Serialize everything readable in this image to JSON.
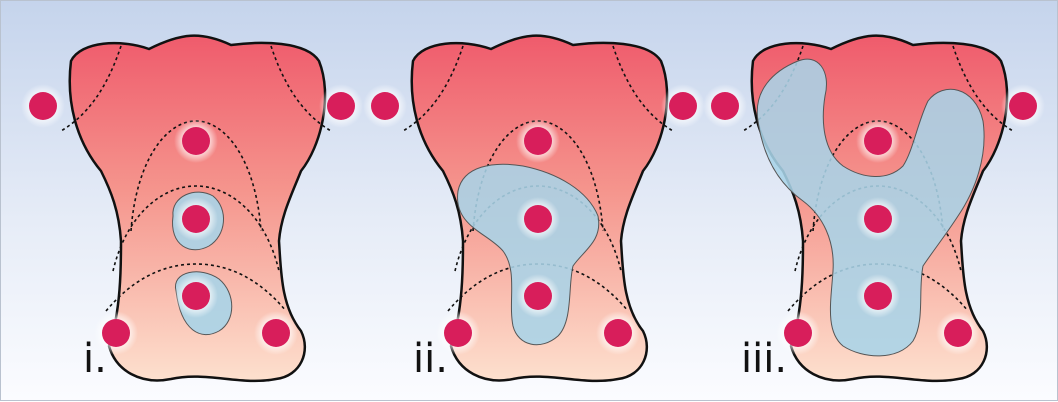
{
  "figure": {
    "panels": [
      {
        "label": "i."
      },
      {
        "label": "ii."
      },
      {
        "label": "iii."
      }
    ],
    "colors": {
      "background_top": "#c5d4ec",
      "background_bottom": "#fbfcff",
      "shape_top": "#ef5b6c",
      "shape_bottom": "#fde0ce",
      "outline": "#111111",
      "dot": "#d81e5b",
      "dot_glow": "#ffffff",
      "region": "#a8d4e8",
      "region_stroke": "#555555"
    }
  }
}
